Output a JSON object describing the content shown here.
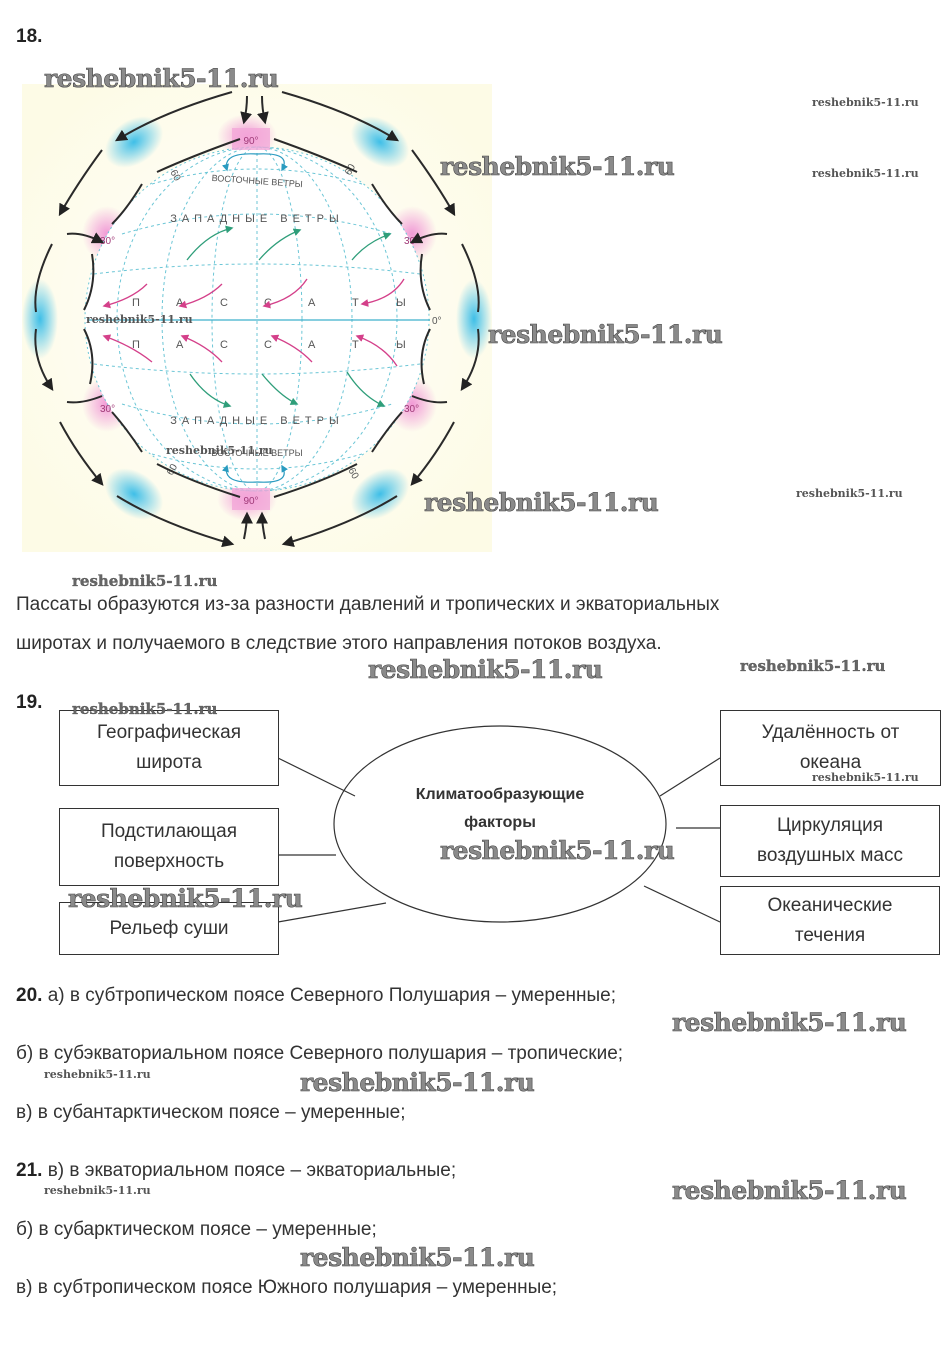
{
  "watermark": "reshebnik5-11.ru",
  "task18": {
    "number": "18.",
    "diagram": {
      "type": "atmospheric-circulation-globe",
      "latitude_labels": {
        "pole": "90°",
        "mid": "60",
        "tropic": "30°",
        "equator": "0°"
      },
      "wind_labels": {
        "easterlies": "ВОСТОЧНЫЕ ВЕТРЫ",
        "westerlies": "ЗАПАДНЫЕ ВЕТРЫ",
        "trade_winds_letters": [
          "П",
          "А",
          "С",
          "С",
          "А",
          "Т",
          "Ы"
        ]
      },
      "colors": {
        "low_pressure": "#5cc8e8",
        "high_pressure": "#f2a6d8",
        "background": "#fdfbe6",
        "grid": "#6cc6d6",
        "westerly_arrow": "#2f9e7a",
        "trade_arrow": "#d4408a"
      }
    },
    "answer": [
      "Пассаты образуются из-за разности давлений и тропических и экваториальных",
      "широтах и получаемого в следствие этого направления потоков воздуха."
    ]
  },
  "task19": {
    "number": "19.",
    "center": [
      "Климатообразующие",
      "факторы"
    ],
    "left_boxes": [
      [
        "Географическая",
        "широта"
      ],
      [
        "Подстилающая",
        "поверхность"
      ],
      [
        "Рельеф суши"
      ]
    ],
    "right_boxes": [
      [
        "Удалённость от",
        "океана"
      ],
      [
        "Циркуляция",
        "воздушных масс"
      ],
      [
        "Океанические",
        "течения"
      ]
    ]
  },
  "task20": {
    "number": "20.",
    "lines": [
      "а) в субтропическом поясе Северного Полушария – умеренные;",
      "б) в субэкваториальном поясе Северного полушария – тропические;",
      "в) в субантарктическом поясе – умеренные;"
    ]
  },
  "task21": {
    "number": "21.",
    "lines": [
      "в) в экваториальном поясе –  экваториальные;",
      "б) в субарктическом поясе – умеренные;",
      "в) в субтропическом поясе Южного полушария – умеренные;"
    ]
  }
}
